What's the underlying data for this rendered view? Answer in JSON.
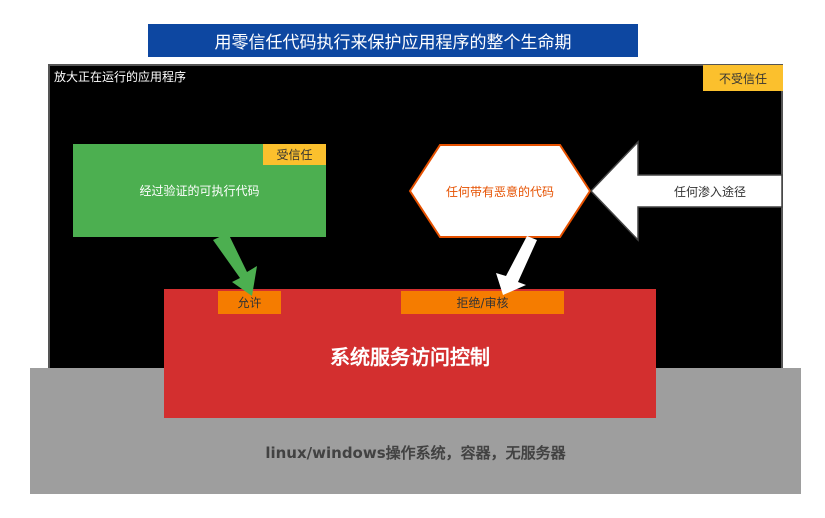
{
  "title": "用零信任代码执行来保护应用程序的整个生命期",
  "app_label": "放大正在运行的应用程序",
  "untrusted_label": "不受信任",
  "trusted_label": "受信任",
  "verified_code": "经过验证的可执行代码",
  "malicious_code": "任何带有恶意的代码",
  "infiltration": "任何渗入途径",
  "access_control": "系统服务访问控制",
  "allow": "允许",
  "deny": "拒绝/审核",
  "os": "linux/windows操作系统，容器，无服务器",
  "colors": {
    "title": "#0d47a1",
    "green": "#4caf50",
    "red": "#d32f2f",
    "orange": "#f57c00",
    "yellow": "#fbc02d",
    "gray": "#9e9e9e"
  }
}
